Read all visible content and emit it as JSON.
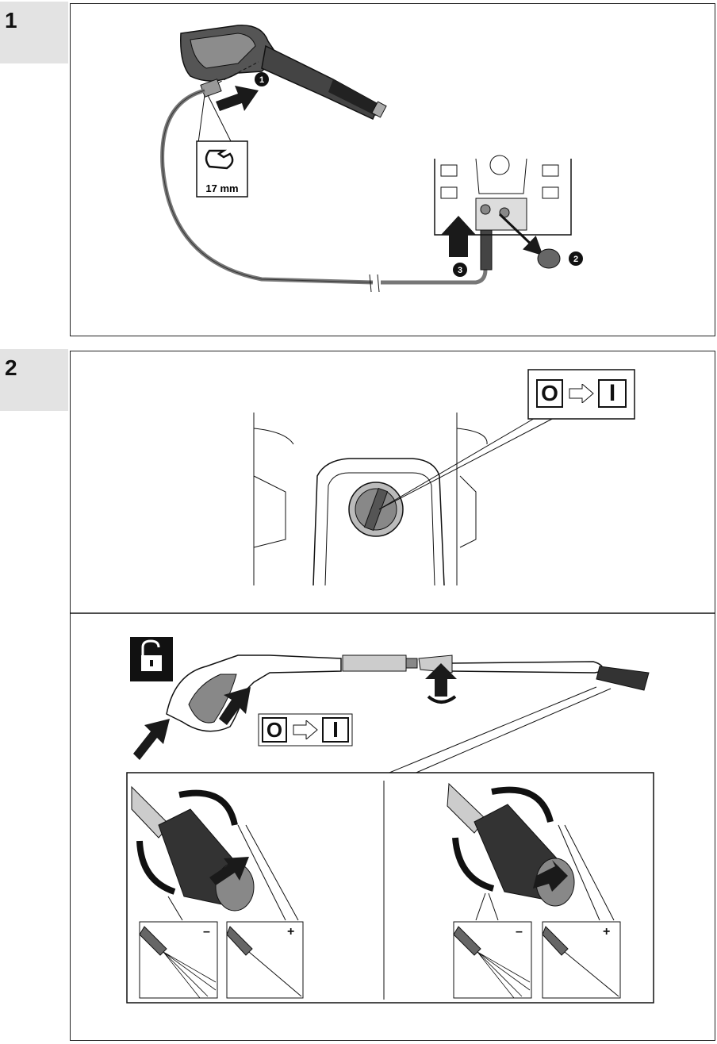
{
  "figure1": {
    "number": "1",
    "wrench_size": "17 mm",
    "steps": [
      "1",
      "2",
      "3"
    ]
  },
  "figure2": {
    "number": "2",
    "switch_off_symbol": "O",
    "switch_on_symbol": "I",
    "spray_minus": "–",
    "spray_plus": "+"
  },
  "colors": {
    "tab_gray": "#e3e3e3",
    "part_gray": "#8c8c8c",
    "dark": "#1a1a1a"
  }
}
